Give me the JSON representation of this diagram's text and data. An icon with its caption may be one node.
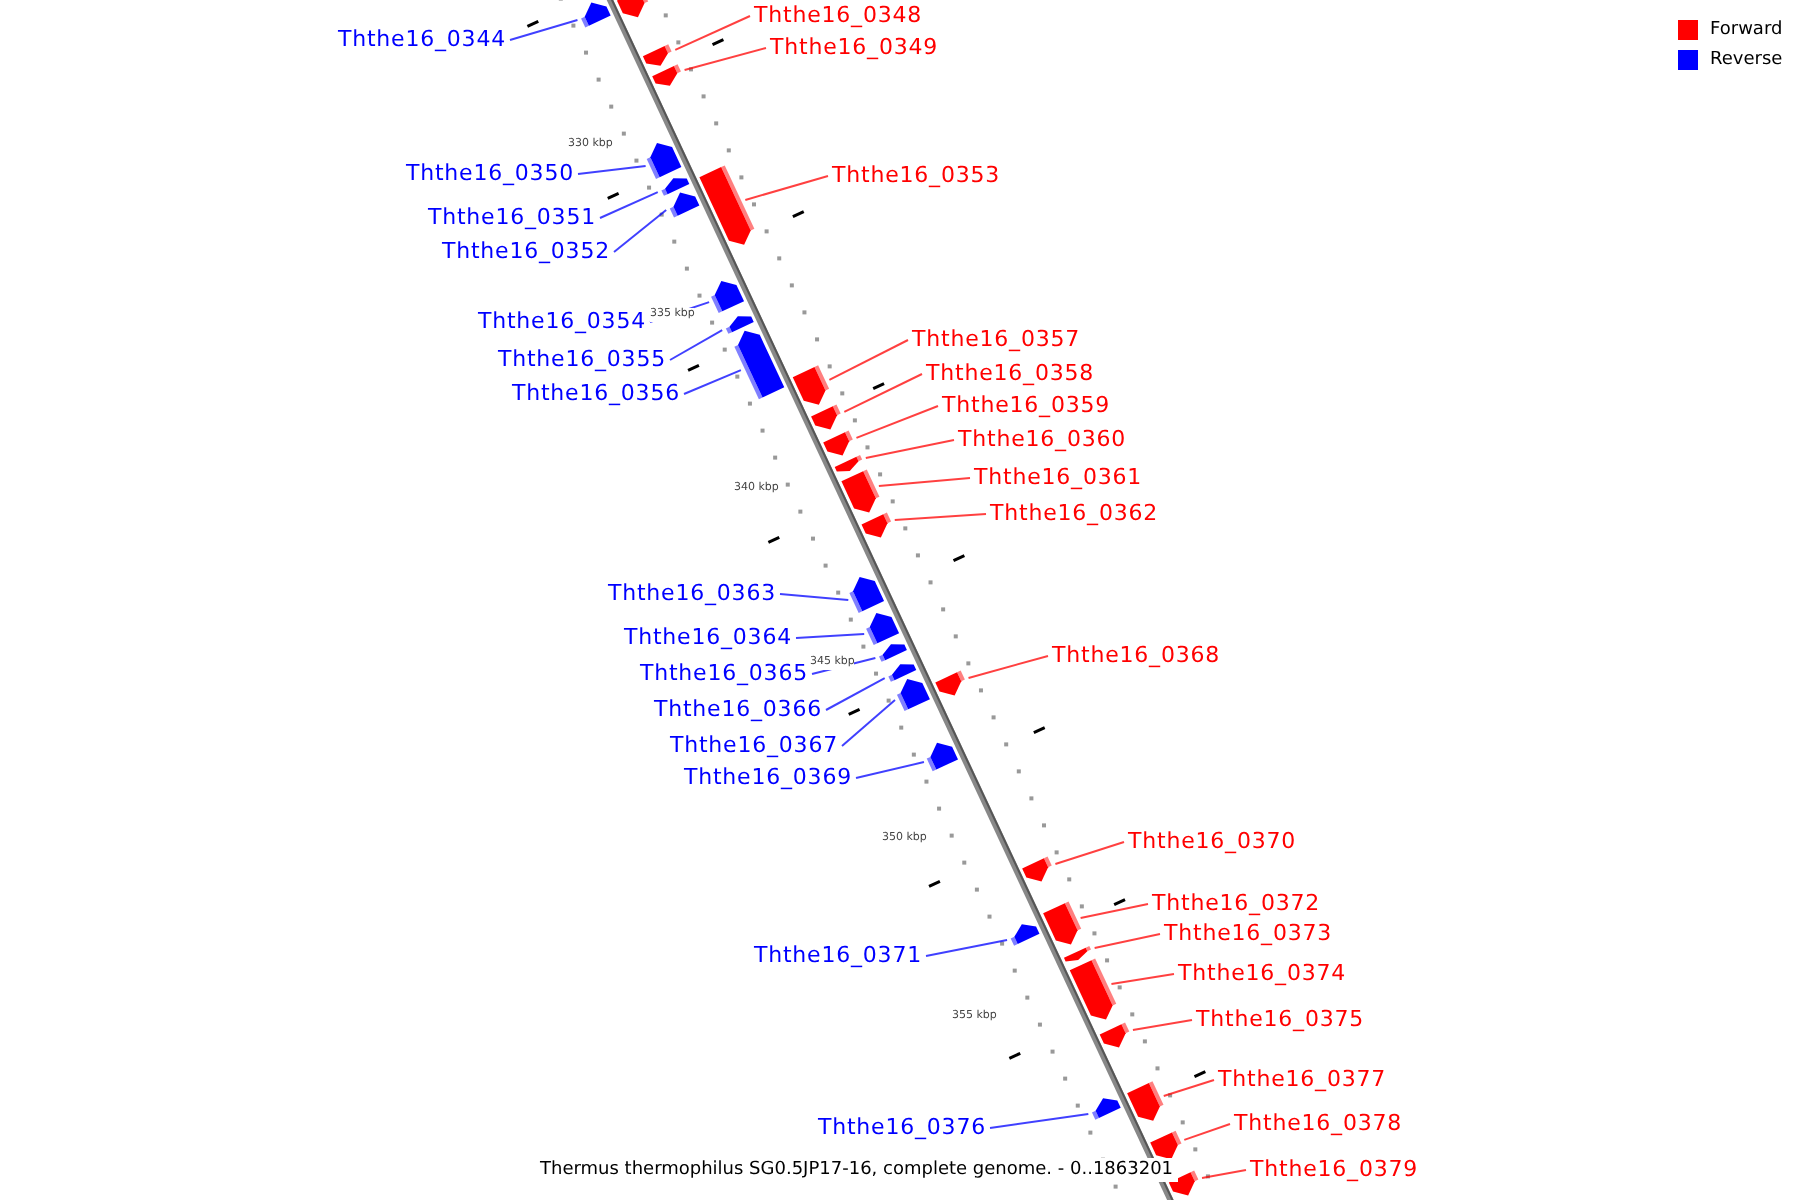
{
  "diagram": {
    "caption": "Thermus thermophilus SG0.5JP17-16, complete genome. - 0..1863201",
    "nodes": [
      {
        "text": [],
        "shape": "bar"
      },
      {
        "text": [
          "Ththe16_0348"
        ]
      },
      {
        "text": [],
        "shape": "bar"
      },
      {
        "text": [
          "Ththe16_0344"
        ]
      },
      {
        "text": [],
        "shape": "bar"
      },
      {
        "text": [
          "Ththe16_0349"
        ]
      },
      {
        "text": [],
        "shape": "bar"
      },
      {
        "text": [
          "Ththe16_0350"
        ]
      },
      {
        "text": [],
        "shape": "bar"
      },
      {
        "text": [
          "Ththe16_0353"
        ]
      },
      {
        "text": [],
        "shape": "bar"
      },
      {
        "text": [
          "Ththe16_0351"
        ]
      },
      {
        "text": [],
        "shape": "bar"
      },
      {
        "text": [
          "Ththe16_0352"
        ]
      },
      {
        "text": [],
        "shape": "bar"
      },
      {
        "text": [
          "Ththe16_0354"
        ]
      },
      {
        "text": [],
        "shape": "bar"
      },
      {
        "text": [
          "Ththe16_0357"
        ]
      },
      {
        "text": [],
        "shape": "bar"
      },
      {
        "text": [
          "Ththe16_0355"
        ]
      },
      {
        "text": [],
        "shape": "bar"
      },
      {
        "text": [
          "Ththe16_0358"
        ]
      },
      {
        "text": [],
        "shape": "bar"
      },
      {
        "text": [
          "Ththe16_0356"
        ]
      },
      {
        "text": [],
        "shape": "bar"
      },
      {
        "text": [
          "Ththe16_0359"
        ]
      },
      {
        "text": [],
        "shape": "bar"
      },
      {
        "text": [
          "Ththe16_0360"
        ]
      },
      {
        "text": [],
        "shape": "bar"
      },
      {
        "text": [
          "Ththe16_0361"
        ]
      },
      {
        "text": [],
        "shape": "bar"
      },
      {
        "text": [
          "Ththe16_0362"
        ]
      },
      {
        "text": [],
        "shape": "bar"
      },
      {
        "text": [
          "Ththe16_0363"
        ]
      },
      {
        "text": [],
        "shape": "bar"
      },
      {
        "text": [
          "Ththe16_0364"
        ]
      },
      {
        "text": [],
        "shape": "bar"
      },
      {
        "text": [
          "Ththe16_0368"
        ]
      },
      {
        "text": [],
        "shape": "bar"
      },
      {
        "text": [
          "Ththe16_0365"
        ]
      },
      {
        "text": [],
        "shape": "bar"
      },
      {
        "text": [
          "Ththe16_0366"
        ]
      },
      {
        "text": [],
        "shape": "bar"
      },
      {
        "text": [
          "Ththe16_0367"
        ]
      },
      {
        "text": [],
        "shape": "bar"
      },
      {
        "text": [
          "Ththe16_0369"
        ]
      },
      {
        "text": [],
        "shape": "bar"
      },
      {
        "text": [
          "Ththe16_0370"
        ]
      },
      {
        "text": [],
        "shape": "bar"
      },
      {
        "text": [
          "Ththe16_0372"
        ]
      },
      {
        "text": [],
        "shape": "bar"
      },
      {
        "text": [
          "Ththe16_0373"
        ]
      },
      {
        "text": [],
        "shape": "bar"
      },
      {
        "text": [
          "Ththe16_0371"
        ]
      },
      {
        "text": [],
        "shape": "bar"
      },
      {
        "text": [
          "Ththe16_0374"
        ]
      },
      {
        "text": [],
        "shape": "bar"
      },
      {
        "text": [
          "Ththe16_0375"
        ]
      },
      {
        "text": [],
        "shape": "bar"
      },
      {
        "text": [
          "Ththe16_0377"
        ]
      },
      {
        "text": [],
        "shape": "bar"
      },
      {
        "text": [
          "Ththe16_0378"
        ]
      },
      {
        "text": [],
        "shape": "bar"
      },
      {
        "text": [
          "Ththe16_0376"
        ]
      },
      {
        "text": [],
        "shape": "bar"
      },
      {
        "text": [
          "Ththe16_0379"
        ]
      },
      {
        "text": [],
        "shape": "bar"
      }
    ],
    "edges": [
      {
        "from": 1,
        "to": 2,
        "arrow": "none"
      },
      {
        "from": 3,
        "to": 4,
        "arrow": "none",
        "color": "#0000ff"
      },
      {
        "from": 5,
        "to": 6,
        "arrow": "none"
      },
      {
        "from": 7,
        "to": 8,
        "arrow": "none",
        "color": "#0000ff"
      },
      {
        "from": 9,
        "to": 10,
        "arrow": "none"
      },
      {
        "from": 11,
        "to": 12,
        "arrow": "none",
        "color": "#0000ff"
      },
      {
        "from": 13,
        "to": 14,
        "arrow": "none",
        "color": "#0000ff"
      },
      {
        "from": 15,
        "to": 16,
        "arrow": "none",
        "color": "#0000ff"
      },
      {
        "from": 17,
        "to": 18,
        "arrow": "none"
      },
      {
        "from": 19,
        "to": 20,
        "arrow": "none",
        "color": "#0000ff"
      },
      {
        "from": 21,
        "to": 22,
        "arrow": "none"
      },
      {
        "from": 23,
        "to": 24,
        "arrow": "none",
        "color": "#0000ff"
      },
      {
        "from": 25,
        "to": 26,
        "arrow": "none"
      },
      {
        "from": 27,
        "to": 28,
        "arrow": "none"
      },
      {
        "from": 29,
        "to": 30,
        "arrow": "none"
      },
      {
        "from": 31,
        "to": 32,
        "arrow": "none"
      },
      {
        "from": 33,
        "to": 34,
        "arrow": "none",
        "color": "#0000ff"
      },
      {
        "from": 35,
        "to": 36,
        "arrow": "none",
        "color": "#0000ff"
      },
      {
        "from": 37,
        "to": 38,
        "arrow": "none"
      },
      {
        "from": 39,
        "to": 40,
        "arrow": "none",
        "color": "#0000ff"
      },
      {
        "from": 41,
        "to": 42,
        "arrow": "none",
        "color": "#0000ff"
      },
      {
        "from": 43,
        "to": 44,
        "arrow": "none",
        "color": "#0000ff"
      },
      {
        "from": 45,
        "to": 46,
        "arrow": "none",
        "color": "#0000ff"
      },
      {
        "from": 47,
        "to": 48,
        "arrow": "none"
      },
      {
        "from": 49,
        "to": 50,
        "arrow": "none"
      },
      {
        "from": 51,
        "to": 52,
        "arrow": "none"
      },
      {
        "from": 53,
        "to": 54,
        "arrow": "none",
        "color": "#0000ff"
      },
      {
        "from": 55,
        "to": 56,
        "arrow": "none"
      },
      {
        "from": 57,
        "to": 58,
        "arrow": "none"
      },
      {
        "from": 59,
        "to": 60,
        "arrow": "none"
      },
      {
        "from": 61,
        "to": 62,
        "arrow": "none"
      },
      {
        "from": 63,
        "to": 64,
        "arrow": "none",
        "color": "#0000ff"
      },
      {
        "from": 65,
        "to": 66,
        "arrow": "none"
      }
    ],
    "labels": [
      "330 kbp",
      "335 kbp",
      "340 kbp",
      "345 kbp",
      "350 kbp",
      "355 kbp"
    ],
    "legend": [
      {
        "text": "Forward",
        "color": "#ff0000"
      },
      {
        "text": "Reverse",
        "color": "#0000ff"
      }
    ]
  }
}
